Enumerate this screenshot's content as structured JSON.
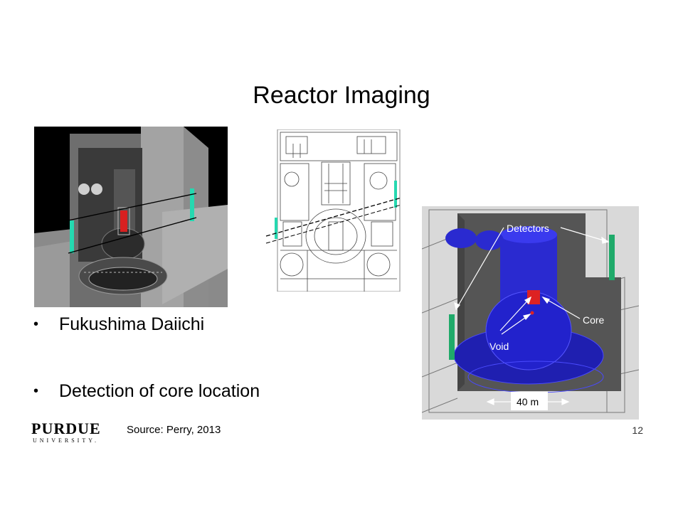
{
  "slide": {
    "title": "Reactor Imaging",
    "bullets": [
      "Fukushima Daiichi",
      "Detection of core location"
    ],
    "source": "Source: Perry, 2013",
    "page_number": "12",
    "logo": {
      "word": "PURDUE",
      "sub": "UNIVERSITY."
    }
  },
  "figures": {
    "model_3d": {
      "icon": "reactor-building-3d-render"
    },
    "schematic": {
      "icon": "reactor-cross-section-drawing"
    },
    "simulation": {
      "labels": {
        "detectors": "Detectors",
        "core": "Core",
        "void": "Void",
        "scale": "40 m"
      },
      "colors": {
        "vessel": "#2222cc",
        "core": "#dd2222",
        "detector": "#1faa6a",
        "wall": "#5a5a5a"
      }
    }
  }
}
